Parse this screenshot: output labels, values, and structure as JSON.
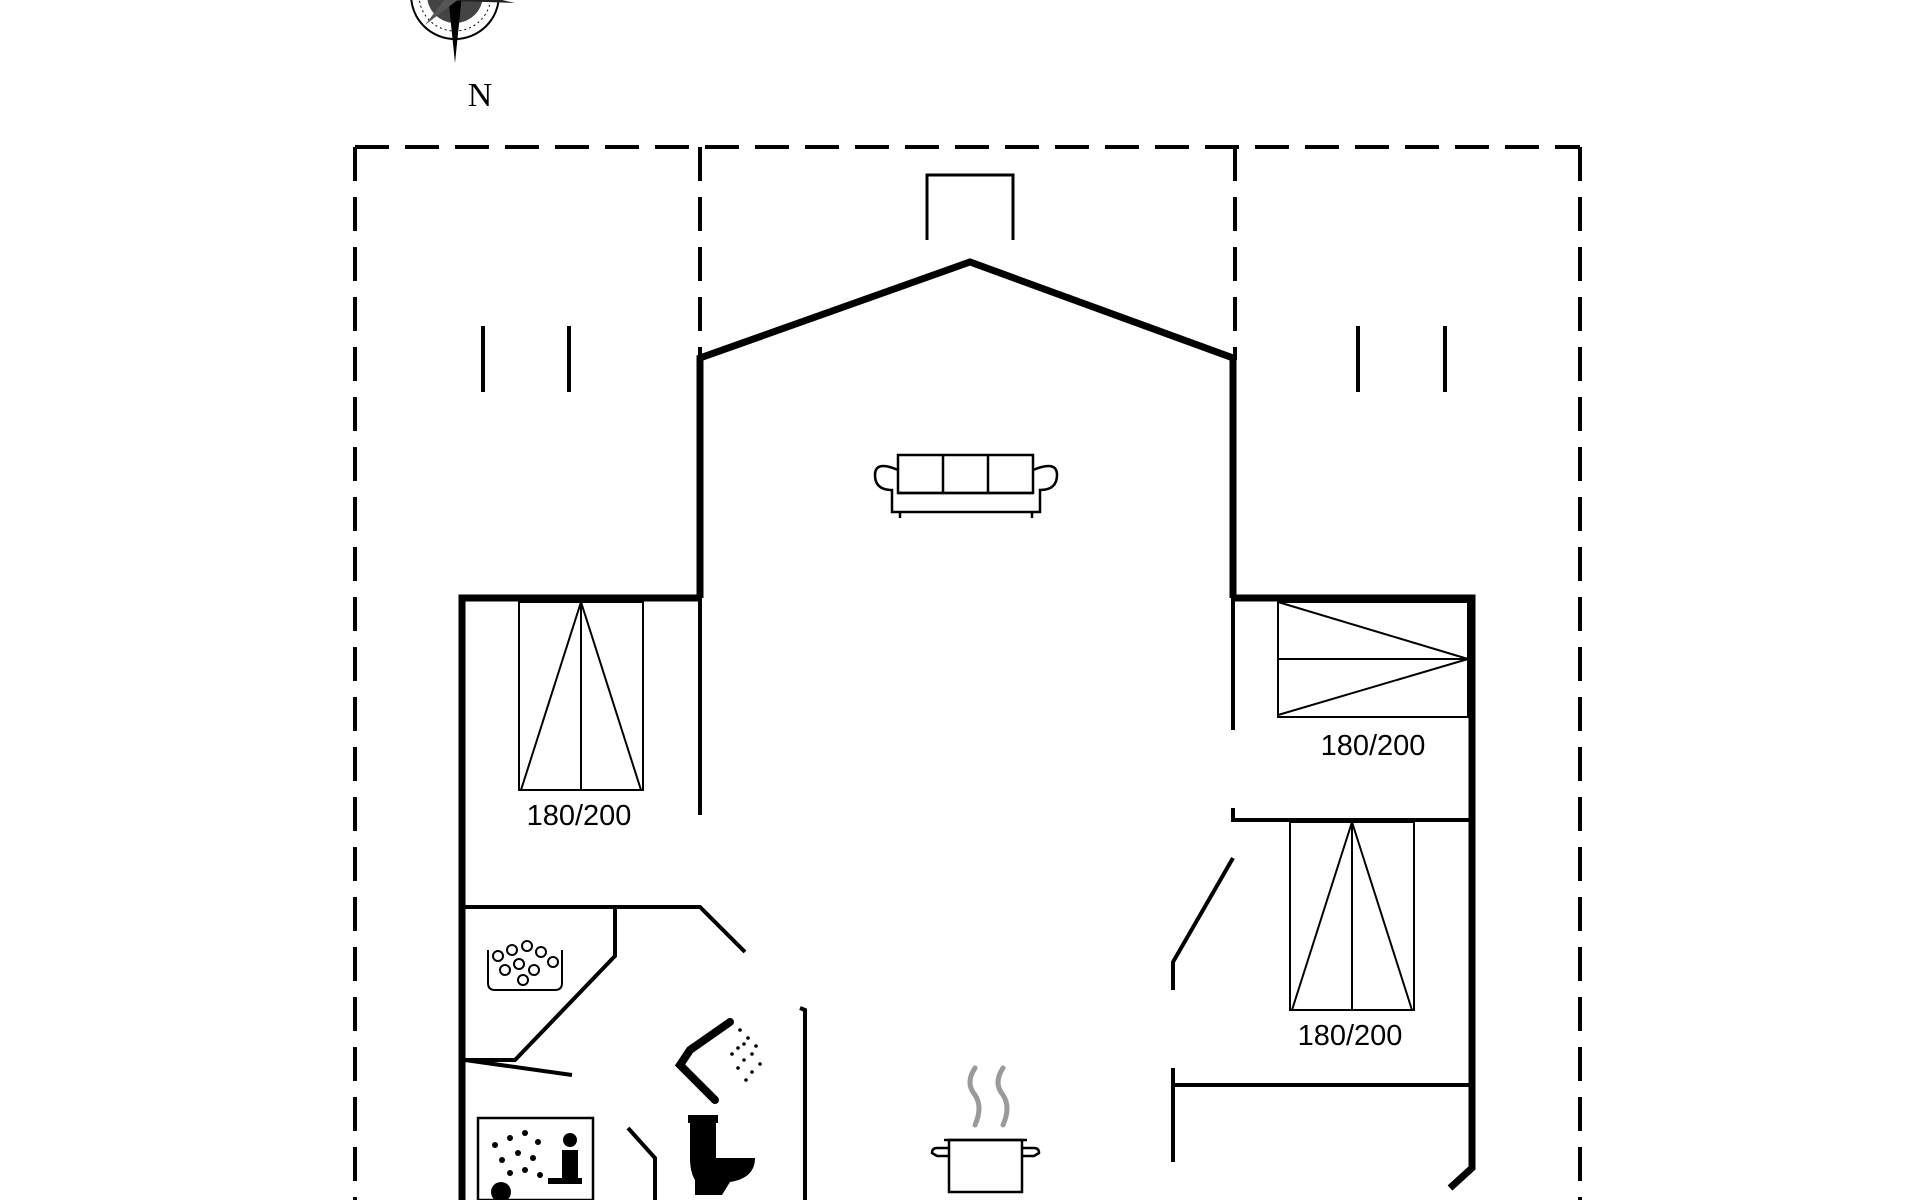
{
  "compass": {
    "north_label": "N",
    "icon": "compass-rose-icon"
  },
  "rooms": {
    "bedroom_left": {
      "bed_size": "180/200",
      "icon": "double-bed-icon"
    },
    "bedroom_right_top": {
      "bed_size": "180/200",
      "icon": "double-bed-icon"
    },
    "bedroom_right_bottom": {
      "bed_size": "180/200",
      "icon": "double-bed-icon"
    },
    "living_room": {
      "icon": "sofa-icon"
    },
    "kitchen": {
      "icon": "cooking-pot-icon"
    },
    "bathroom": {
      "icons": [
        "shower-icon",
        "toilet-icon"
      ]
    },
    "spa": {
      "icon": "whirlpool-icon"
    },
    "sauna": {
      "icon": "sauna-icon"
    }
  },
  "colors": {
    "wall": "#000000",
    "steam": "#9a9a9a",
    "background": "#ffffff"
  }
}
